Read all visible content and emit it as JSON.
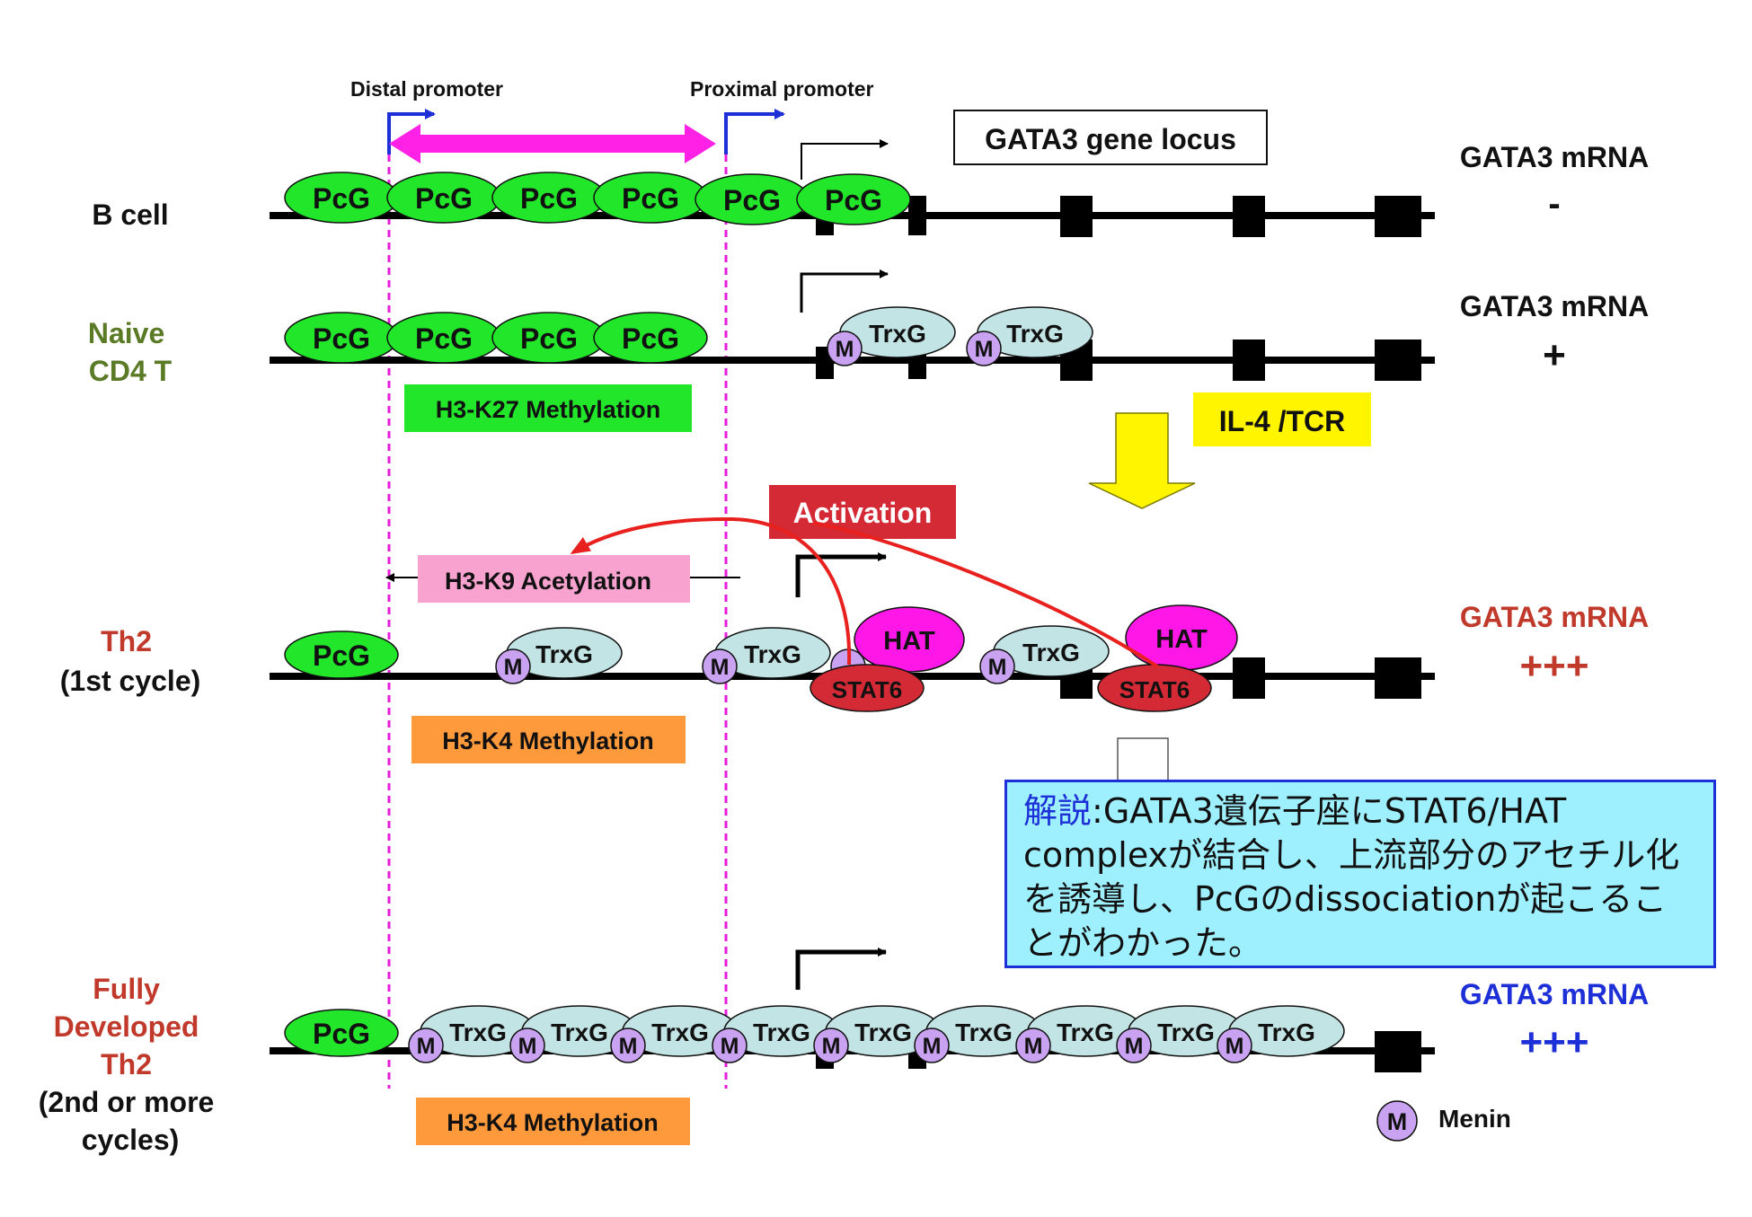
{
  "promoters": {
    "distal": "Distal promoter",
    "proximal": "Proximal promoter"
  },
  "locus_label": "GATA3 gene locus",
  "rows": [
    {
      "label": [
        "B cell"
      ],
      "label_color": "#111111",
      "mrna_label": "GATA3 mRNA",
      "mrna_level": "-",
      "mrna_color": "#111111"
    },
    {
      "label": [
        "Naive",
        "CD4 T"
      ],
      "label_color": "#5b7a26",
      "mrna_label": "GATA3 mRNA",
      "mrna_level": "+",
      "mrna_color": "#111111"
    },
    {
      "label": [
        "Th2",
        "(1st cycle)"
      ],
      "label_color": "#c0392b",
      "mrna_label": "GATA3 mRNA",
      "mrna_level": "+++",
      "mrna_color": "#c0392b"
    },
    {
      "label": [
        "Fully",
        "Developed",
        "Th2",
        "(2nd or more",
        "cycles)"
      ],
      "label_color": "#c0392b",
      "mrna_label": "GATA3 mRNA",
      "mrna_level": "+++",
      "mrna_color": "#1d2fd6"
    }
  ],
  "marks": {
    "h3k27": "H3-K27 Methylation",
    "h3k9": "H3-K9 Acetylation",
    "h3k4_first": "H3-K4 Methylation",
    "h3k4_full": "H3-K4 Methylation"
  },
  "signal": "IL-4 /TCR",
  "activation": "Activation",
  "proteins": {
    "pcg": "PcG",
    "trxg": "TrxG",
    "menin_m": "M",
    "hat": "HAT",
    "stat6": "STAT6"
  },
  "legend": {
    "symbol": "M",
    "label": "Menin"
  },
  "note": {
    "title": "解説",
    "separator": ":",
    "body": "GATA3遺伝子座にSTAT6/HAT complexが結合し、上流部分のアセチル化を誘導し、PcGのdissociationが起こることがわかった。"
  },
  "colors": {
    "pcg": "#22e62a",
    "trxg": "#c3e4e4",
    "menin": "#c9a3f2",
    "hat": "#ff17e8",
    "stat6": "#d42a35",
    "distal_range": "#ff22e6",
    "promoter_arrow": "#1d2fd6",
    "h3k27_box": "#22e62a",
    "h3k9_box": "#f7a2cf",
    "h3k4_box": "#ff9a3c",
    "signal_box": "#fff500",
    "activation_box": "#d42a35",
    "note_bg": "#9ff0ff"
  }
}
